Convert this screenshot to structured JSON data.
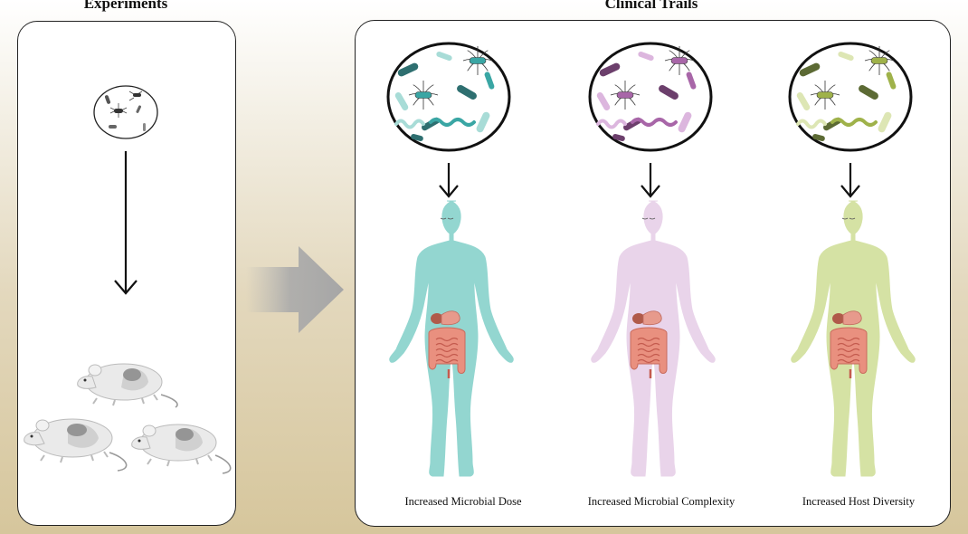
{
  "left_panel": {
    "heading": "Experiments"
  },
  "right_panel": {
    "heading": "Clinical Trails"
  },
  "groups": [
    {
      "caption": "Increased Microbial Dose",
      "body_color": "#93d6d0",
      "microbe_color": "#3aa6a4",
      "dark_microbe_color": "#2e6f70",
      "light_microbe_color": "#a8dcd7"
    },
    {
      "caption": "Increased Microbial Complexity",
      "body_color": "#e9d4ea",
      "microbe_color": "#a866a8",
      "dark_microbe_color": "#6c3f6c",
      "light_microbe_color": "#dcb6de"
    },
    {
      "caption": "Increased Host Diversity",
      "body_color": "#d5e2a4",
      "microbe_color": "#9fb24a",
      "dark_microbe_color": "#5c6a34",
      "light_microbe_color": "#dde6b4"
    }
  ],
  "icons": [
    "petri-dish-icon",
    "mouse-icon",
    "human-body-icon",
    "intestine-icon",
    "bacteria-icon",
    "arrow-down-icon",
    "transition-arrow-icon"
  ]
}
